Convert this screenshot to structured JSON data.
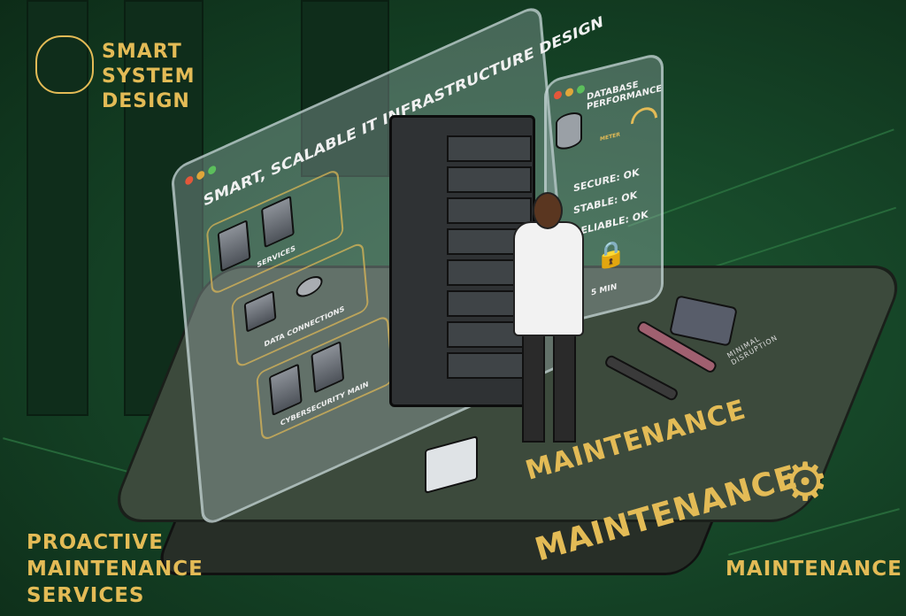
{
  "corner_labels": {
    "top_left": "SMART SYSTEM DESIGN",
    "bottom_left": "PROACTIVE MAINTENANCE SERVICES",
    "bottom_right": "MAINTENANCE"
  },
  "main_panel": {
    "title": "SMART, SCALABLE IT INFRASTRUCTURE DESIGN",
    "sections": [
      "SERVICES",
      "DATA CONNECTIONS",
      "CYBERSECURITY MAIN"
    ]
  },
  "side_panel": {
    "title": "DATABASE PERFORMANCE",
    "subtitle": "PERFORMANCE",
    "metric_label": "METER",
    "checks": [
      "SECURE: OK",
      "STABLE: OK",
      "RELIABLE: OK"
    ],
    "timer": "5 MIN"
  },
  "platform": {
    "front_label": "MAINTENANCE",
    "top_label": "MAINTENANCE",
    "tool_label": "MINIMAL DISRUPTION"
  },
  "colors": {
    "accent": "#e3bb56",
    "background": "#164628"
  }
}
